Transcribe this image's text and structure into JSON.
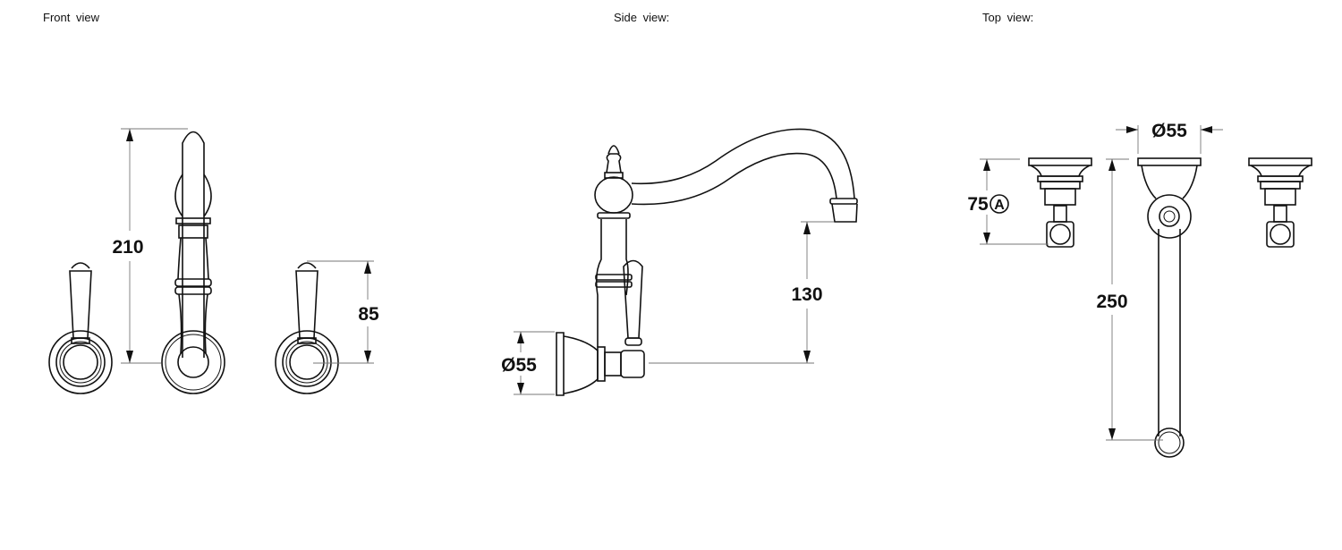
{
  "views": {
    "front": {
      "title": "Front  view",
      "dim_height": "210",
      "dim_handle": "85"
    },
    "side": {
      "title": "Side  view:",
      "dim_spout": "130",
      "dim_flange": "Ø55"
    },
    "top": {
      "title": "Top view:",
      "dim_depth": "75",
      "dim_depth_marker": "A",
      "dim_flange": "Ø55",
      "dim_reach": "250"
    }
  }
}
